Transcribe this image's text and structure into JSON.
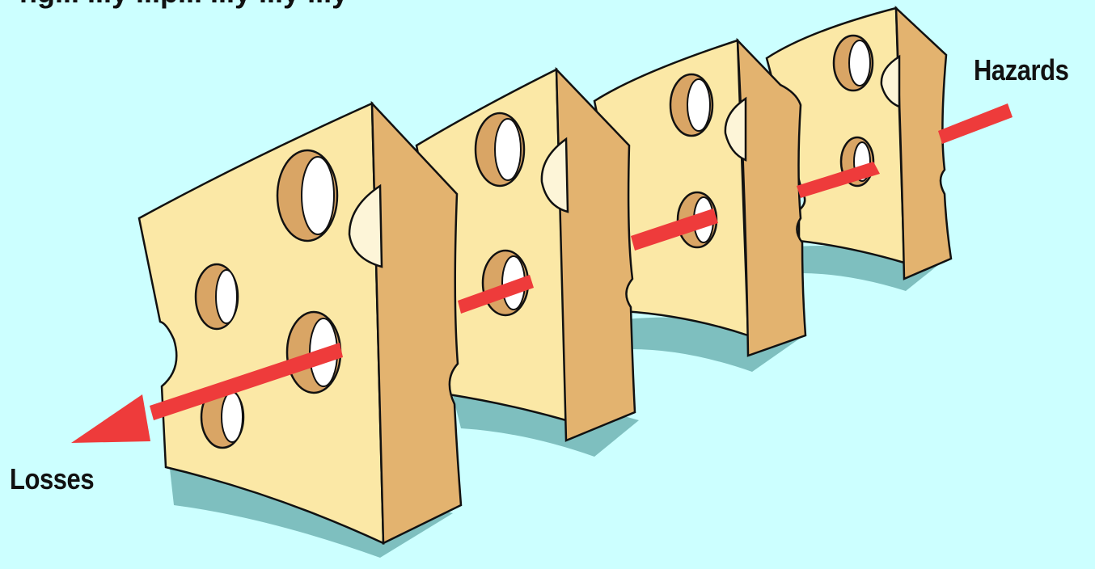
{
  "figure": {
    "top_caption_fragment": "ng... ...y   ...p...       ...y       ...y ...y",
    "labels": {
      "hazards": "Hazards",
      "losses": "Losses"
    },
    "slice_count": 4,
    "colors": {
      "background": "#ccffff",
      "cheese_face": "#fbe8a6",
      "cheese_side": "#e3b36f",
      "hole_inner": "#d9a565",
      "hole_highlight": "#fdf5d8",
      "shadow": "#7ebfbf",
      "arrow": "#ee3b3b",
      "outline": "#111111"
    }
  }
}
